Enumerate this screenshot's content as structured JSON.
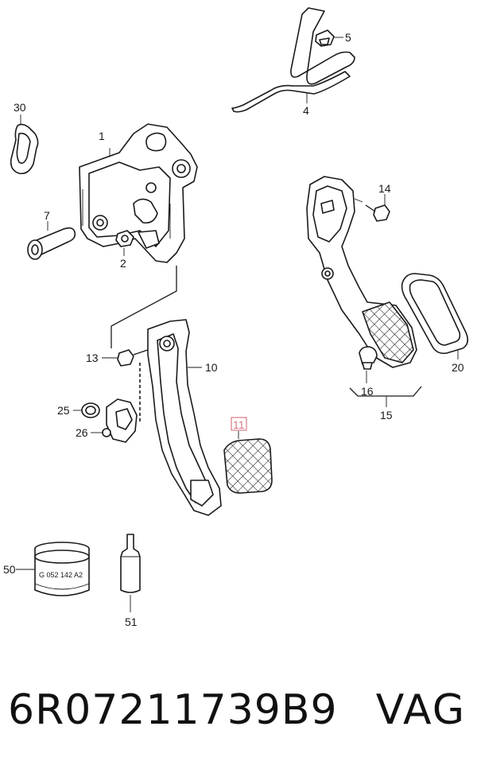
{
  "diagram": {
    "callouts": {
      "c1": "1",
      "c2": "2",
      "c4": "4",
      "c5": "5",
      "c7": "7",
      "c10": "10",
      "c11": "11",
      "c13": "13",
      "c14": "14",
      "c15": "15",
      "c16": "16",
      "c20": "20",
      "c25": "25",
      "c26": "26",
      "c30": "30",
      "c50": "50",
      "c51": "51"
    },
    "part_marking": "G 052 142 A2",
    "highlight_color": "#d77a86"
  },
  "footer": {
    "part_number": "6R07211739B9",
    "brand": "VAG"
  }
}
